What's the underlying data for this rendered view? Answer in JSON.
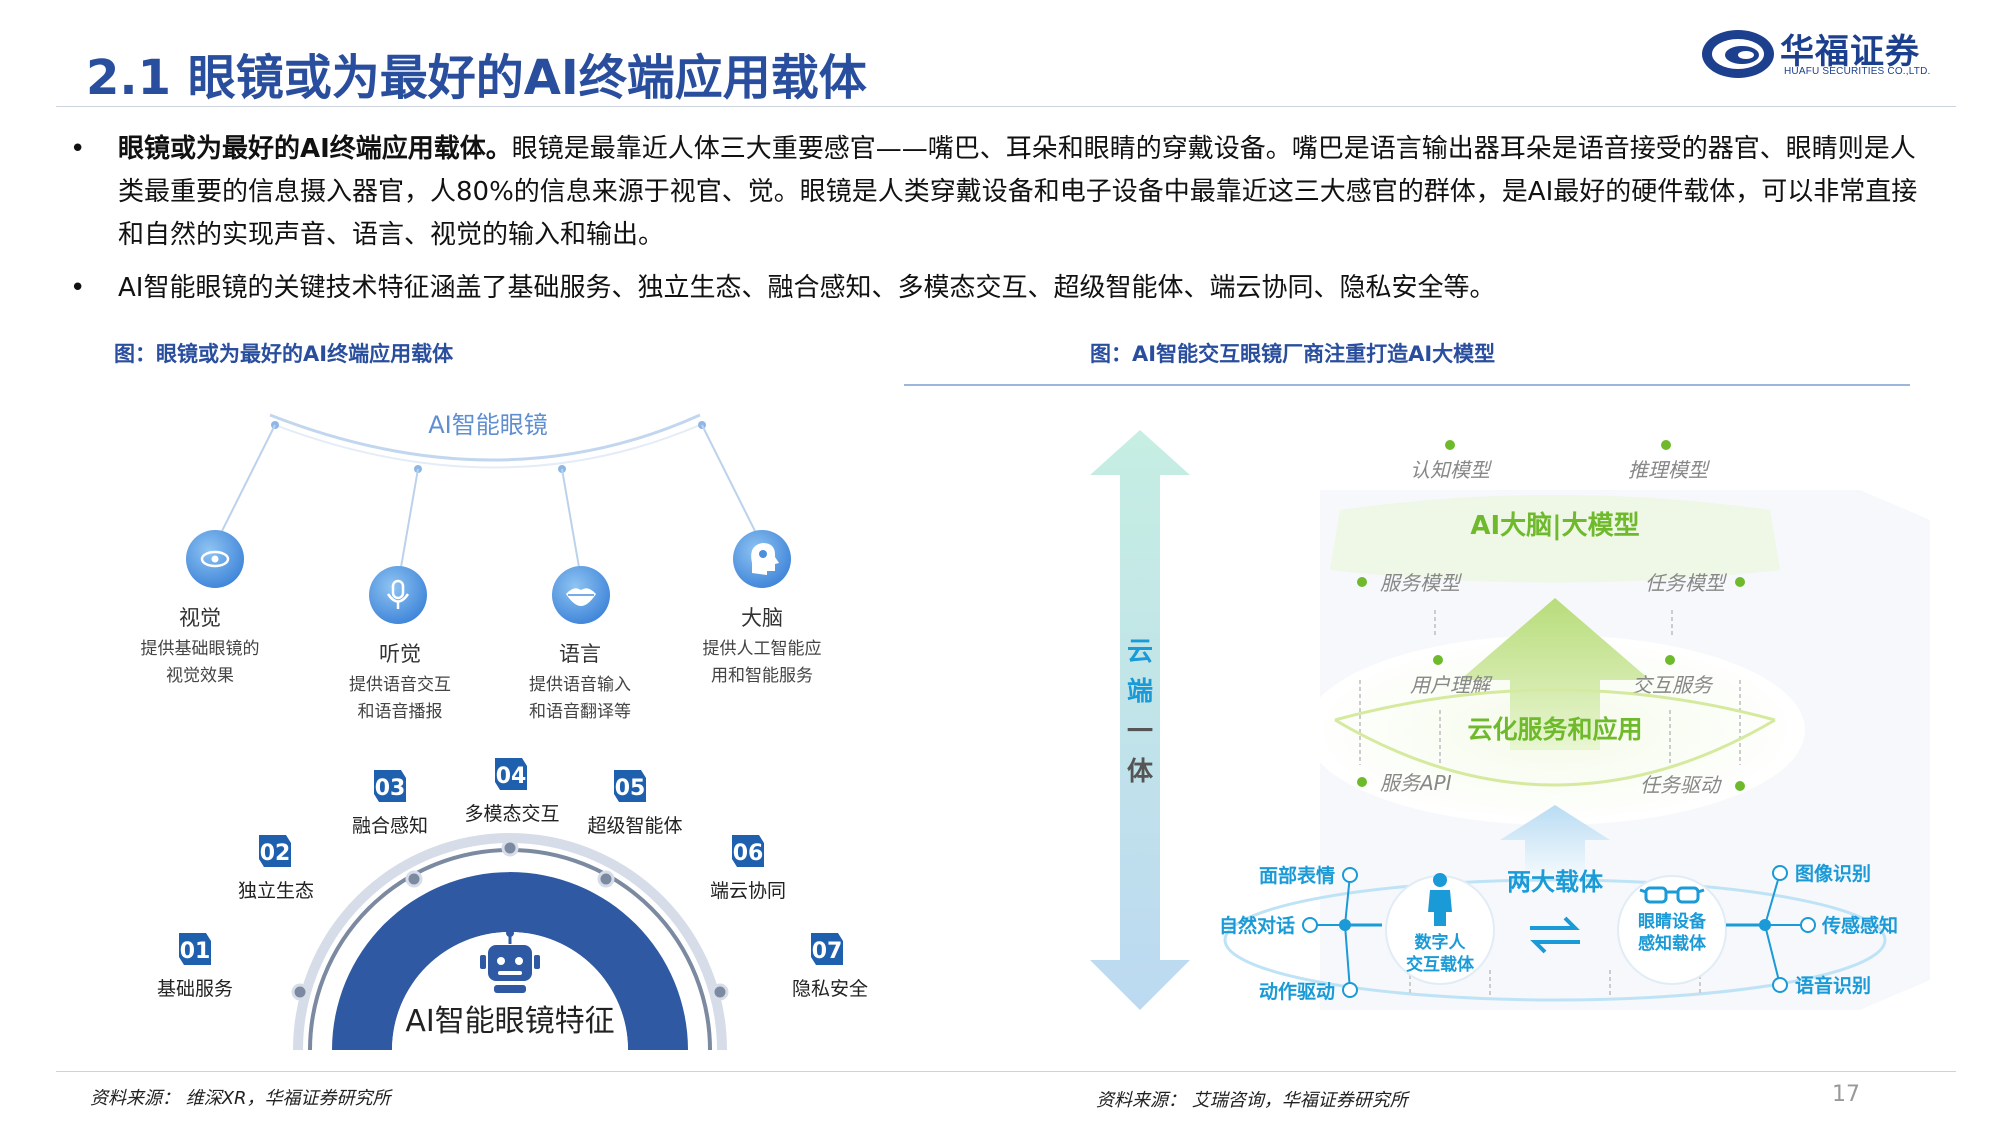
{
  "header": {
    "title": "2.1 眼镜或为最好的AI终端应用载体",
    "logo_cn": "华福证券",
    "logo_en": "HUAFU SECURITIES CO.,LTD."
  },
  "bullets": [
    {
      "marker": "•",
      "bold": "眼镜或为最好的AI终端应用载体。",
      "text": "眼镜是最靠近人体三大重要感官——嘴巴、耳朵和眼睛的穿戴设备。嘴巴是语言输出器耳朵是语音接受的器官、眼睛则是人类最重要的信息摄入器官，人80%的信息来源于视官、觉。眼镜是人类穿戴设备和电子设备中最靠近这三大感官的群体，是AI最好的硬件载体，可以非常直接和自然的实现声音、语言、视觉的输入和输出。"
    },
    {
      "marker": "•",
      "bold": "",
      "text": "AI智能眼镜的关键技术特征涵盖了基础服务、独立生态、融合感知、多模态交互、超级智能体、端云协同、隐私安全等。"
    }
  ],
  "left_figure": {
    "caption": "图：眼镜或为最好的AI终端应用载体",
    "arc_title": "AI智能眼镜",
    "senses": [
      {
        "name": "视觉",
        "desc1": "提供基础眼镜的",
        "desc2": "视觉效果",
        "icon": "eye-icon"
      },
      {
        "name": "听觉",
        "desc1": "提供语音交互",
        "desc2": "和语音播报",
        "icon": "microphone-icon"
      },
      {
        "name": "语言",
        "desc1": "提供语音输入",
        "desc2": "和语音翻译等",
        "icon": "lips-icon"
      },
      {
        "name": "大脑",
        "desc1": "提供人工智能应",
        "desc2": "用和智能服务",
        "icon": "brain-head-icon"
      }
    ],
    "features": [
      {
        "num": "01",
        "label": "基础服务"
      },
      {
        "num": "02",
        "label": "独立生态"
      },
      {
        "num": "03",
        "label": "融合感知"
      },
      {
        "num": "04",
        "label": "多模态交互"
      },
      {
        "num": "05",
        "label": "超级智能体"
      },
      {
        "num": "06",
        "label": "端云协同"
      },
      {
        "num": "07",
        "label": "隐私安全"
      }
    ],
    "center_label": "AI智能眼镜特征",
    "source": "资料来源：  维深XR，华福证券研究所"
  },
  "right_figure": {
    "caption": "图：AI智能交互眼镜厂商注重打造AI大模型",
    "side_label": [
      "云",
      "端",
      "一",
      "体"
    ],
    "top_models": [
      "认知模型",
      "推理模型"
    ],
    "brain_label": "AI大脑|大模型",
    "mid_left": [
      "服务模型",
      "用户理解",
      "服务API"
    ],
    "mid_right": [
      "任务模型",
      "交互服务",
      "任务驱动"
    ],
    "cloud_label": "云化服务和应用",
    "carriers_title": "两大载体",
    "carrier_left": [
      "数字人",
      "交互载体"
    ],
    "carrier_right": [
      "眼睛设备",
      "感知载体"
    ],
    "left_nodes": [
      "面部表情",
      "自然对话",
      "动作驱动"
    ],
    "right_nodes": [
      "图像识别",
      "传感感知",
      "语音识别"
    ],
    "source": "资料来源：  艾瑞咨询，华福证券研究所"
  },
  "page_number": "17",
  "colors": {
    "title_blue": "#2a4e9e",
    "badge_blue": "#1e5fae",
    "green": "#6fba2c",
    "accent_blue": "#1a9ad6"
  }
}
